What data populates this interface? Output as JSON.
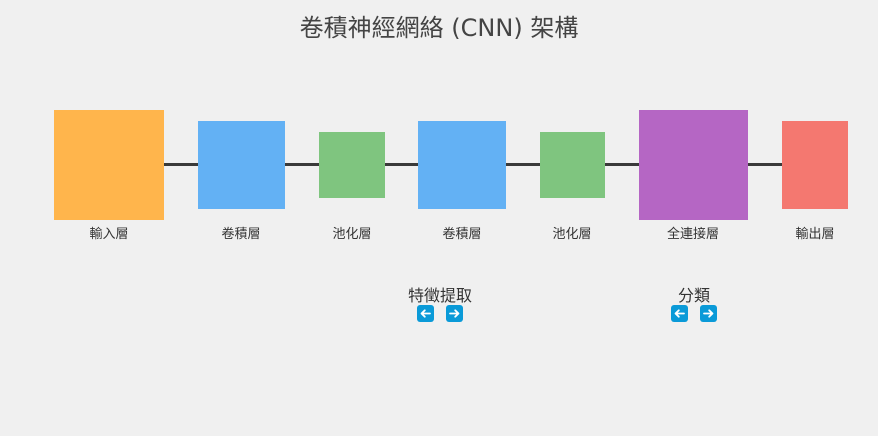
{
  "title": "卷積神經網絡 (CNN) 架構",
  "colors": {
    "connector": "#3a3a3a",
    "arrow_button": "#0a9ad8",
    "background": "#f0f0f0"
  },
  "layers": [
    {
      "label": "輸入層",
      "color": "#ffb54c"
    },
    {
      "label": "卷積層",
      "color": "#63b1f4"
    },
    {
      "label": "池化層",
      "color": "#7fc57f"
    },
    {
      "label": "卷積層",
      "color": "#63b1f4"
    },
    {
      "label": "池化層",
      "color": "#7fc57f"
    },
    {
      "label": "全連接層",
      "color": "#b566c4"
    },
    {
      "label": "輸出層",
      "color": "#f47870"
    }
  ],
  "groups": [
    {
      "label": "特徵提取"
    },
    {
      "label": "分類"
    }
  ]
}
